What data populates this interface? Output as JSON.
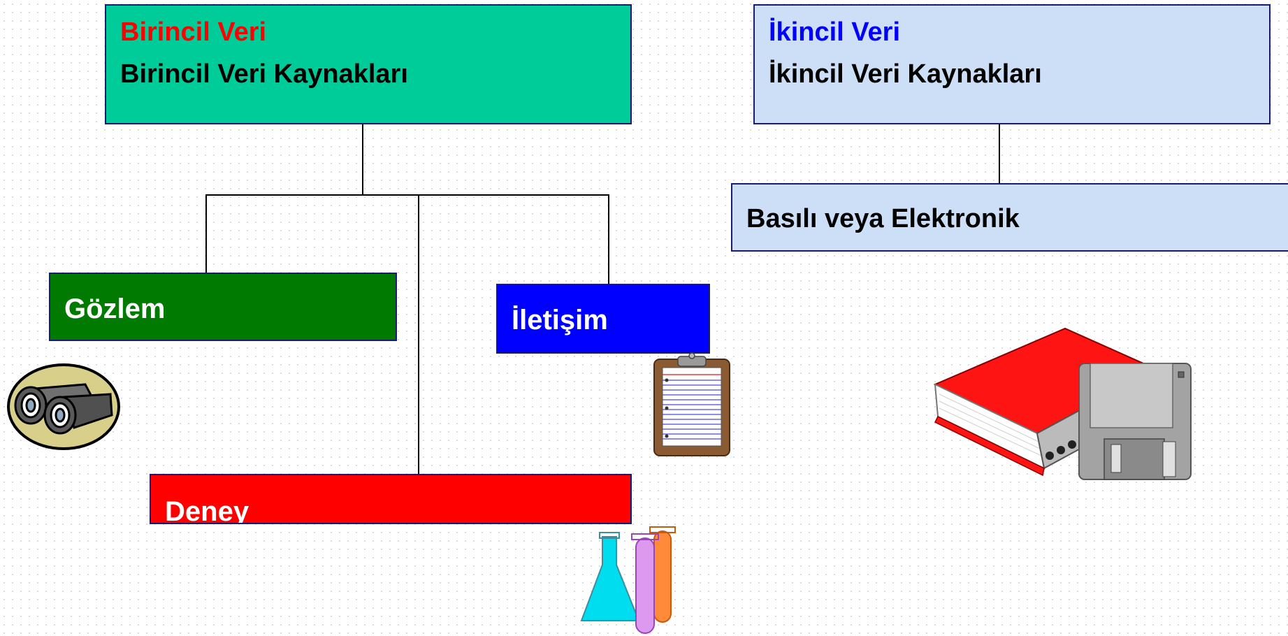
{
  "primary": {
    "heading": "Birincil Veri",
    "subheading": "Birincil Veri Kaynakları",
    "heading_color": "#ff0000",
    "fill": "#00cc99"
  },
  "secondary": {
    "heading": "İkincil Veri",
    "subheading": "İkincil Veri Kaynakları",
    "heading_color": "#0000ff",
    "fill": "#cddff6"
  },
  "methods": {
    "observation": {
      "label": "Gözlem",
      "fill": "#007a00",
      "icon": "binoculars-icon"
    },
    "communication": {
      "label": "İletişim",
      "fill": "#0000ff",
      "icon": "clipboard-icon"
    },
    "experiment": {
      "label": "Deney",
      "fill": "#ff0000",
      "icon": "test-tubes-icon"
    }
  },
  "secondary_sources": {
    "label": "Basılı veya Elektronik",
    "icon": "book-and-floppy-icon"
  }
}
